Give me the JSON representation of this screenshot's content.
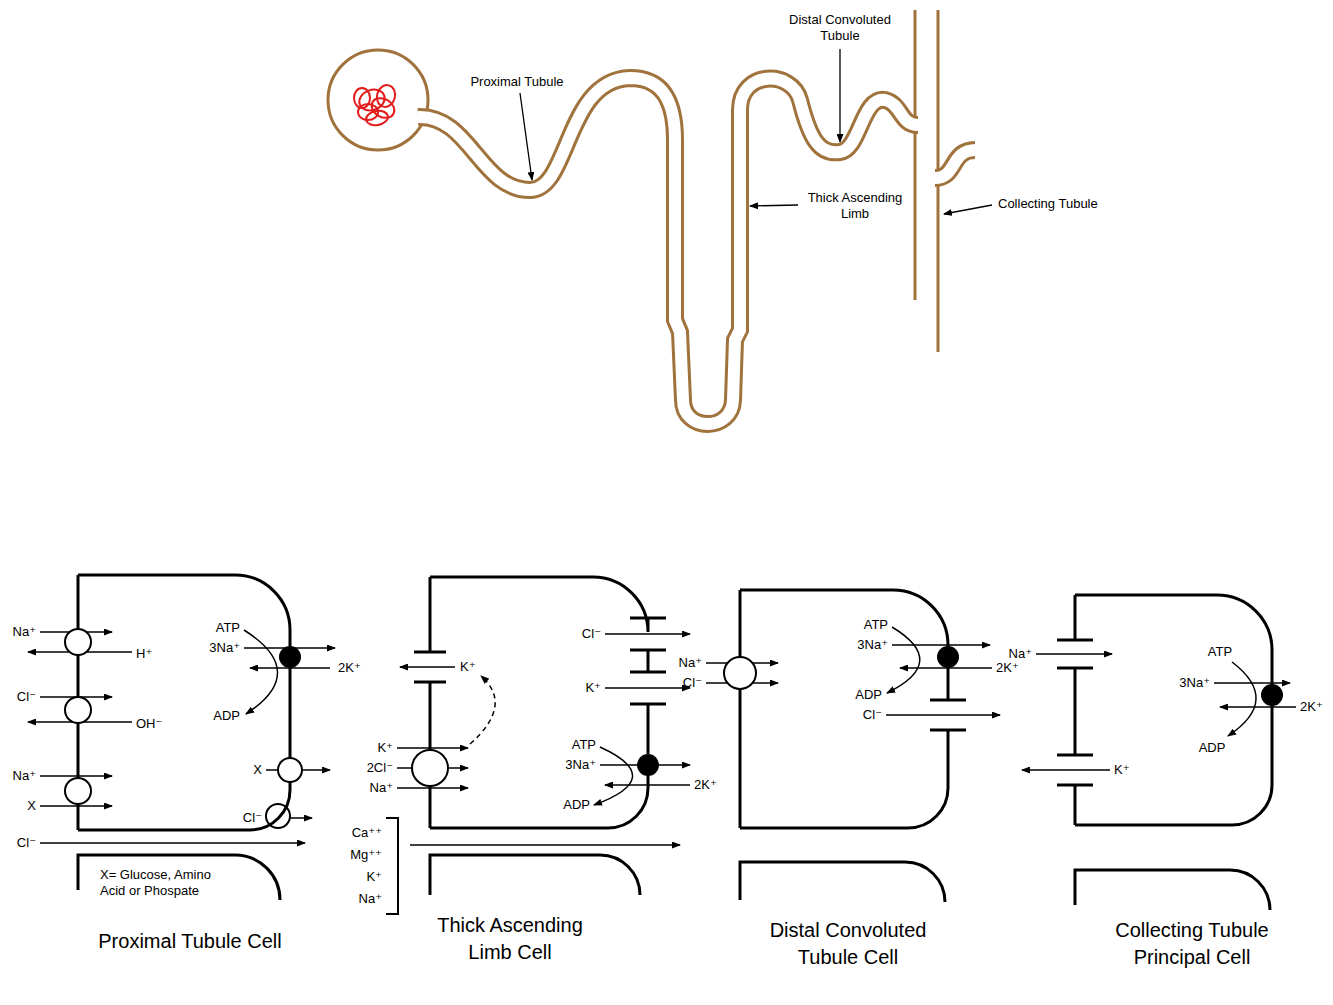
{
  "diagram": {
    "nodes": [
      {
        "text": [
          "Proximal Tubule Cell"
        ]
      },
      {
        "text": [
          "Thick Ascending Limb Cell"
        ]
      },
      {
        "text": [
          "Distal Convoluted Tubule Cell"
        ]
      },
      {
        "text": [
          "Collecting Tubule Principal Cell"
        ]
      }
    ],
    "labels": [
      "Proximal Tubule",
      "Distal Convoluted Tubule",
      "Thick Ascending Limb",
      "Collecting Tubule",
      "Na⁺",
      "H⁺",
      "Cl⁻",
      "OH⁻",
      "Na⁺",
      "X",
      "Cl⁻",
      "ATP",
      "3Na⁺",
      "ADP",
      "2K⁺",
      "X",
      "Cl⁻",
      "X= Glucose, Amino Acid or Phospate",
      "K⁺",
      "K⁺",
      "2Cl⁻",
      "Na⁺",
      "Cl⁻",
      "K⁺",
      "ATP",
      "3Na⁺",
      "ADP",
      "2K⁺",
      "Ca⁺⁺",
      "Mg⁺⁺",
      "K⁺",
      "Na⁺",
      "Na⁺",
      "Cl⁻",
      "ATP",
      "3Na⁺",
      "2K⁺",
      "ADP",
      "Cl⁻",
      "Na⁺",
      "K⁺",
      "ATP",
      "3Na⁺",
      "2K⁺",
      "ADP"
    ]
  }
}
